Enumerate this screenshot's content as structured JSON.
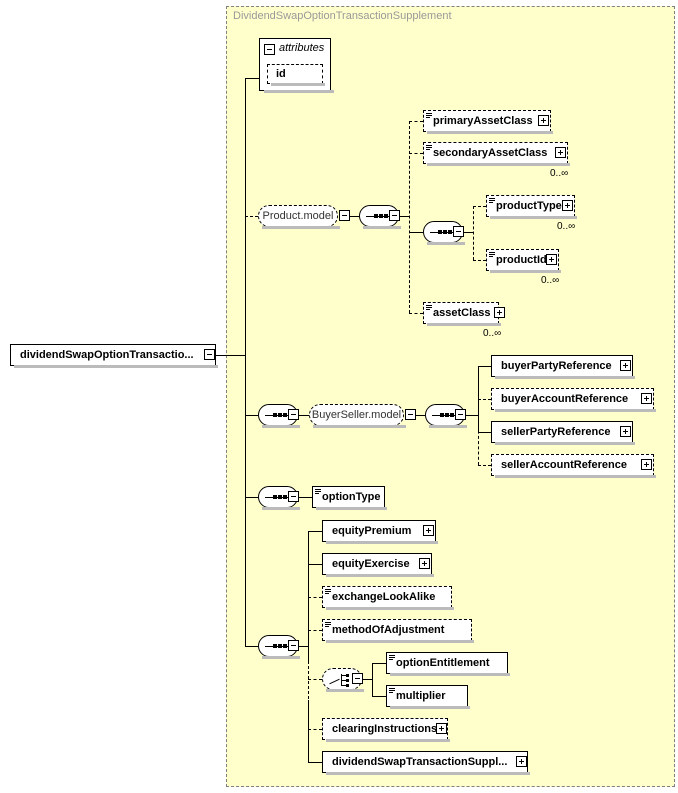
{
  "diagram": {
    "type": "xsd-schema-tree",
    "background_color": "#ffffcc",
    "container_title": "DividendSwapOptionTransactionSupplement",
    "root": {
      "label": "dividendSwapOptionTransactio...",
      "expander": "minus"
    },
    "attributes_group": {
      "title": "attributes",
      "expander": "minus",
      "items": [
        {
          "label": "id",
          "optional": true
        }
      ]
    },
    "group_refs": {
      "product_model": "Product.model",
      "buyer_seller_model": "BuyerSeller.model"
    },
    "cardinality_label": "0..∞",
    "nodes": [
      {
        "label": "primaryAssetClass",
        "optional": true,
        "expander": "plus",
        "cardinality": ""
      },
      {
        "label": "secondaryAssetClass",
        "optional": true,
        "expander": "plus",
        "cardinality": "0..∞"
      },
      {
        "label": "productType",
        "optional": true,
        "expander": "plus",
        "cardinality": "0..∞"
      },
      {
        "label": "productId",
        "optional": true,
        "expander": "plus",
        "cardinality": "0..∞"
      },
      {
        "label": "assetClass",
        "optional": true,
        "expander": "plus",
        "cardinality": "0..∞"
      },
      {
        "label": "buyerPartyReference",
        "optional": false,
        "expander": "plus",
        "cardinality": ""
      },
      {
        "label": "buyerAccountReference",
        "optional": true,
        "expander": "plus",
        "cardinality": ""
      },
      {
        "label": "sellerPartyReference",
        "optional": false,
        "expander": "plus",
        "cardinality": ""
      },
      {
        "label": "sellerAccountReference",
        "optional": true,
        "expander": "plus",
        "cardinality": ""
      },
      {
        "label": "optionType",
        "optional": false,
        "expander": "",
        "cardinality": ""
      },
      {
        "label": "equityPremium",
        "optional": false,
        "expander": "plus",
        "cardinality": ""
      },
      {
        "label": "equityExercise",
        "optional": false,
        "expander": "plus",
        "cardinality": ""
      },
      {
        "label": "exchangeLookAlike",
        "optional": true,
        "expander": "",
        "cardinality": ""
      },
      {
        "label": "methodOfAdjustment",
        "optional": true,
        "expander": "",
        "cardinality": ""
      },
      {
        "label": "optionEntitlement",
        "optional": false,
        "expander": "",
        "cardinality": ""
      },
      {
        "label": "multiplier",
        "optional": false,
        "expander": "",
        "cardinality": ""
      },
      {
        "label": "clearingInstructions",
        "optional": true,
        "expander": "plus",
        "cardinality": ""
      },
      {
        "label": "dividendSwapTransactionSuppl...",
        "optional": false,
        "expander": "plus",
        "cardinality": ""
      }
    ],
    "compositors": [
      {
        "kind": "sequence",
        "name": "product-inner-sequence"
      },
      {
        "kind": "sequence",
        "name": "product-sub-sequence"
      },
      {
        "kind": "sequence",
        "name": "buyerseller-outer-sequence"
      },
      {
        "kind": "sequence",
        "name": "buyerseller-inner-sequence"
      },
      {
        "kind": "sequence",
        "name": "optiontype-sequence"
      },
      {
        "kind": "sequence",
        "name": "main-sequence"
      },
      {
        "kind": "choice",
        "name": "entitlement-choice"
      }
    ]
  }
}
